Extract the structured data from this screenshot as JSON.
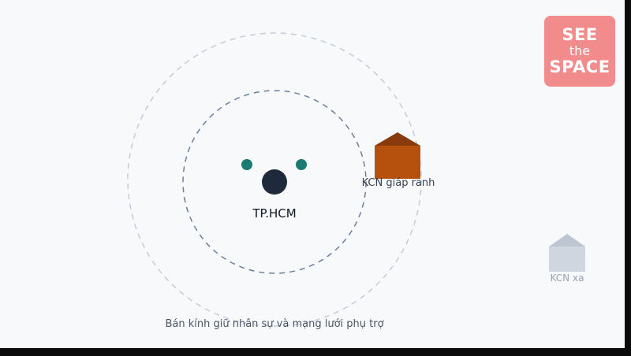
{
  "diagram": {
    "center_label": "TP.HCM",
    "near_zone_label": "KCN giáp ranh",
    "far_zone_label": "KCN xa",
    "caption": "Bán kính giữ nhân sự và mạng lưới phụ trợ"
  },
  "logo": {
    "line1": "SEE",
    "line2": "the",
    "line3": "SPACE"
  },
  "colors": {
    "background": "#f7f9fb",
    "center_node": "#1e293b",
    "satellite_nodes": "#1b7a72",
    "inner_ring": "#6b7f99",
    "outer_ring": "#c3cdd9",
    "near_factory": "#b5510c",
    "far_factory": "#cfd6e0",
    "logo_bg": "#f28b8c"
  },
  "icons": [
    "factory-near-icon",
    "factory-far-icon"
  ]
}
